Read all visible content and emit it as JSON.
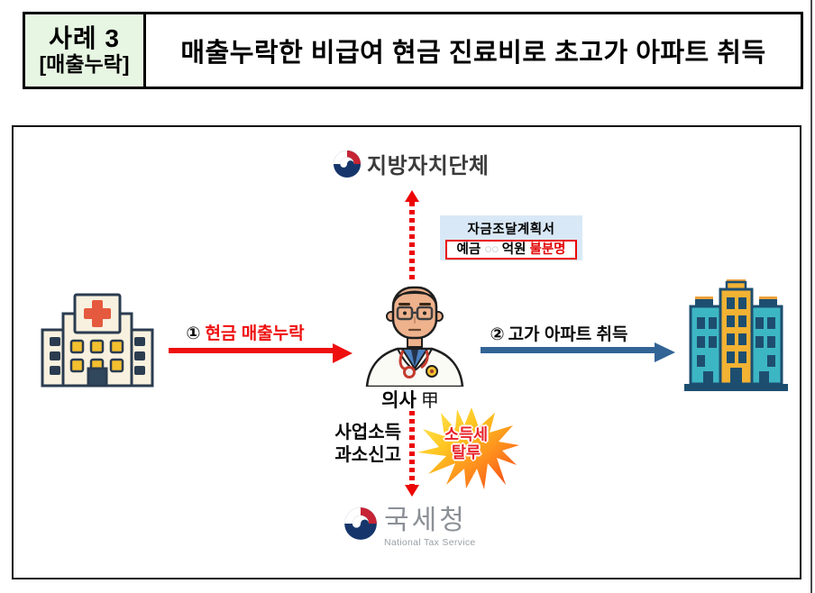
{
  "header": {
    "case_no": "사례 3",
    "case_tag": "[매출누락]",
    "title": "매출누락한 비급여 현금 진료비로 초고가 아파트 취득"
  },
  "diagram": {
    "local_gov": {
      "icon": "korea-government-emblem-icon",
      "name": "지방자치단체"
    },
    "funding_plan_box": {
      "title": "자금조달계획서",
      "line": {
        "prefix": "예금",
        "blank": "○○",
        "unit": "억원",
        "status": "불분명"
      }
    },
    "hospital": {
      "icon": "hospital-building-icon"
    },
    "doctor": {
      "icon": "doctor-person-icon",
      "name": "의사",
      "suffix": "甲"
    },
    "apartment": {
      "icon": "apartment-buildings-icon"
    },
    "flow1": {
      "number": "①",
      "label": "현금 매출누락"
    },
    "flow2": {
      "number": "②",
      "label": "고가 아파트 취득"
    },
    "underreport": {
      "line1": "사업소득",
      "line2": "과소신고"
    },
    "evasion_burst": {
      "line1": "소득세",
      "line2": "탈루"
    },
    "nts": {
      "icon": "korea-government-emblem-icon",
      "name": "국세청",
      "subtitle": "National Tax Service"
    }
  },
  "colors": {
    "accent_red": "#ee0f0f",
    "accent_blue": "#326496",
    "header_green": "#e7f6e3",
    "plan_box_blue": "#d9e8f6",
    "plan_border_red": "#e90606",
    "emblem_navy": "#16366b",
    "emblem_red": "#c62434",
    "nts_text_gray": "#8b9096"
  }
}
